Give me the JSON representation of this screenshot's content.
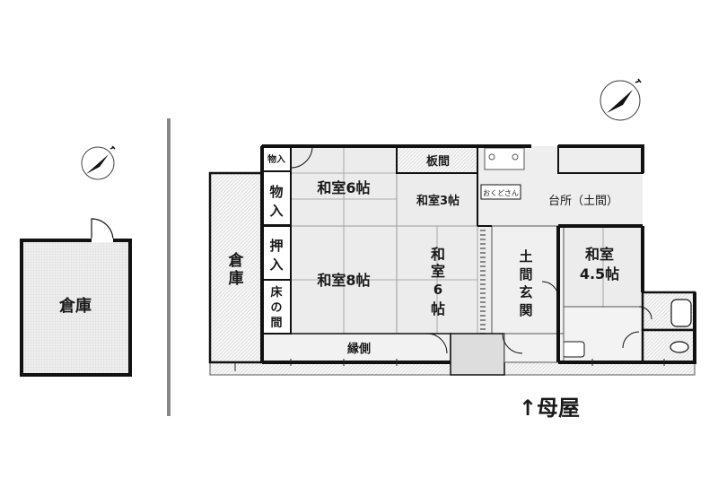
{
  "outbuilding": {
    "storehouse": "倉庫"
  },
  "main_house": {
    "caption": "↑母屋",
    "storehouse_vertical": "倉庫",
    "rooms": {
      "closet_small": "物入",
      "closet": "物入",
      "oshiire": "押入",
      "tokonoma": "床の間",
      "washitsu_6": "和室6帖",
      "washitsu_8": "和室8帖",
      "itama": "板間",
      "washitsu_3": "和室3帖",
      "washitsu_6_vertical": "和室6帖",
      "okudosan": "おくどさん",
      "kitchen": "台所（土間）",
      "doma_genkan": "土間玄関",
      "washitsu_45": "和室",
      "washitsu_45_size": "4.5帖",
      "engawa": "縁側"
    }
  },
  "colors": {
    "wall": "#111111",
    "room_fill": "#e8e8e8",
    "hatch_fill": "#f4f4f4",
    "divider": "#888888"
  },
  "icons": {
    "compass": "north-arrow-icon"
  }
}
